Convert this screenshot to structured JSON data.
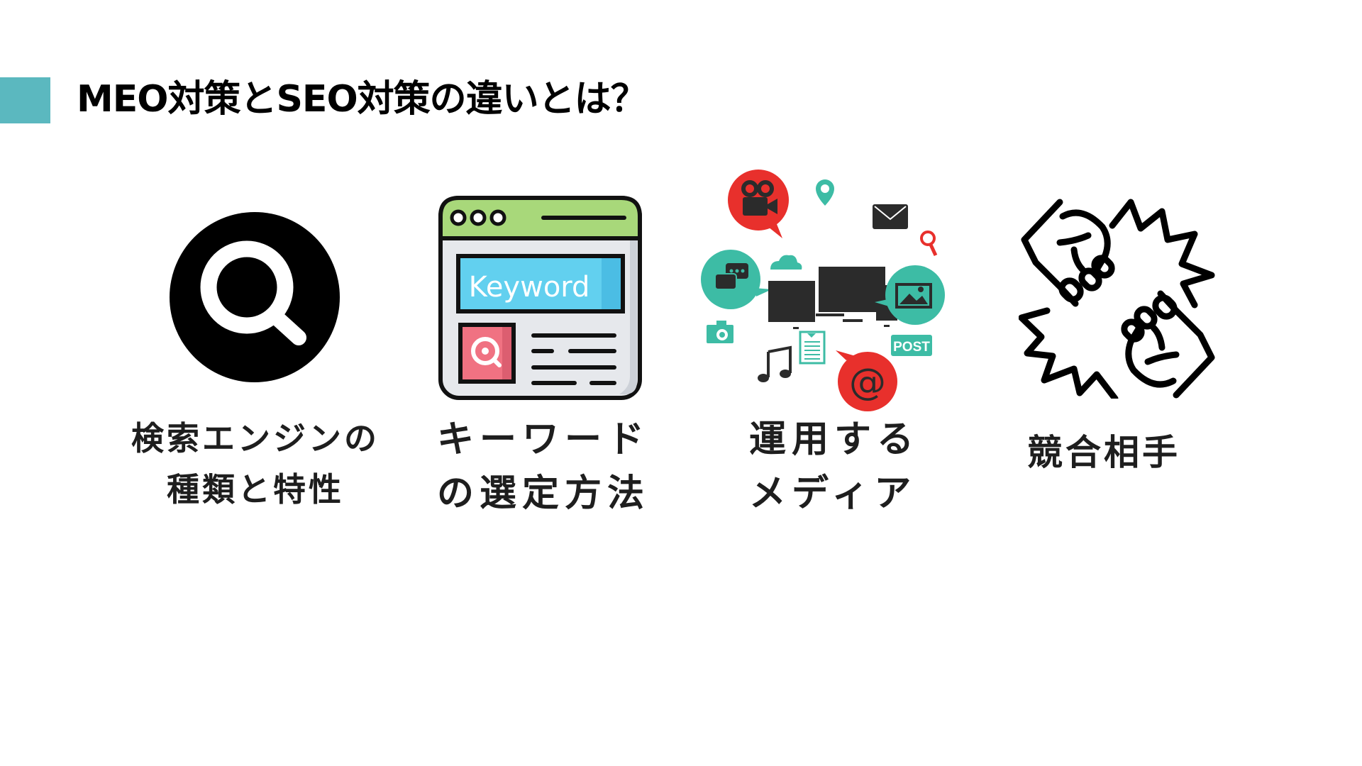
{
  "slide": {
    "title": "MEO対策とSEO対策の違いとは？",
    "accent_color": "#5bb8bf"
  },
  "items": [
    {
      "icon": "magnifier-circle-icon",
      "label_lines": [
        "検索エンジンの",
        "種類と特性"
      ]
    },
    {
      "icon": "browser-keyword-icon",
      "icon_text": "Keyword",
      "label_lines": [
        "キーワード",
        "の選定方法"
      ]
    },
    {
      "icon": "media-devices-cluster-icon",
      "icon_text": "POST",
      "icon_at": "@",
      "label_lines": [
        "運用する",
        "メディア"
      ]
    },
    {
      "icon": "fist-bump-icon",
      "label_lines": [
        "競合相手"
      ]
    }
  ],
  "colors": {
    "red": "#e8302c",
    "teal": "#3dbca5",
    "dark": "#2b2b2b",
    "browser_green": "#a8d87a",
    "keyword_blue": "#62d0ef",
    "target_pink": "#f07282"
  }
}
